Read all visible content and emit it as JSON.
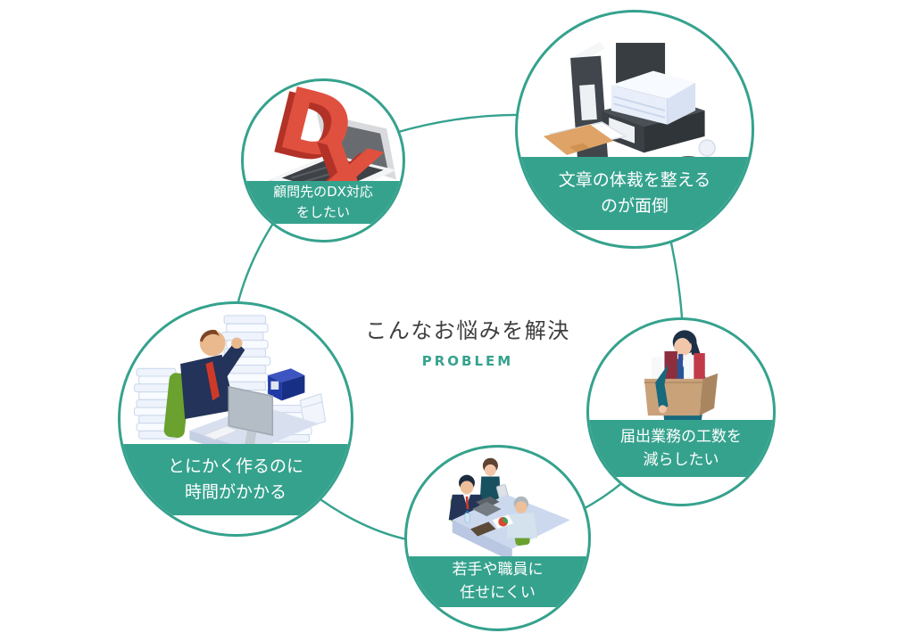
{
  "center": {
    "title": "こんなお悩みを解決",
    "subtitle": "PROBLEM"
  },
  "colors": {
    "accent": "#35a28d",
    "title-text": "#3e3e3e",
    "banner-text": "#ffffff",
    "dx-red": "#e0503f"
  },
  "problems": [
    {
      "id": "dx-support",
      "icon": "dx-laptop-illustration",
      "icon_letters": [
        "D",
        "X"
      ],
      "label_lines": [
        "顧問先のDX対応",
        "をしたい"
      ]
    },
    {
      "id": "document-formatting",
      "icon": "binders-papers-illustration",
      "label_lines": [
        "文章の体裁を整える",
        "のが面倒"
      ]
    },
    {
      "id": "filing-workload",
      "icon": "woman-carrying-box-illustration",
      "label_lines": [
        "届出業務の工数を",
        "減らしたい"
      ]
    },
    {
      "id": "hard-to-delegate",
      "icon": "team-meeting-illustration",
      "label_lines": [
        "若手や職員に",
        "任せにくい"
      ]
    },
    {
      "id": "takes-time",
      "icon": "man-at-desk-illustration",
      "label_lines": [
        "とにかく作るのに",
        "時間がかかる"
      ]
    }
  ]
}
